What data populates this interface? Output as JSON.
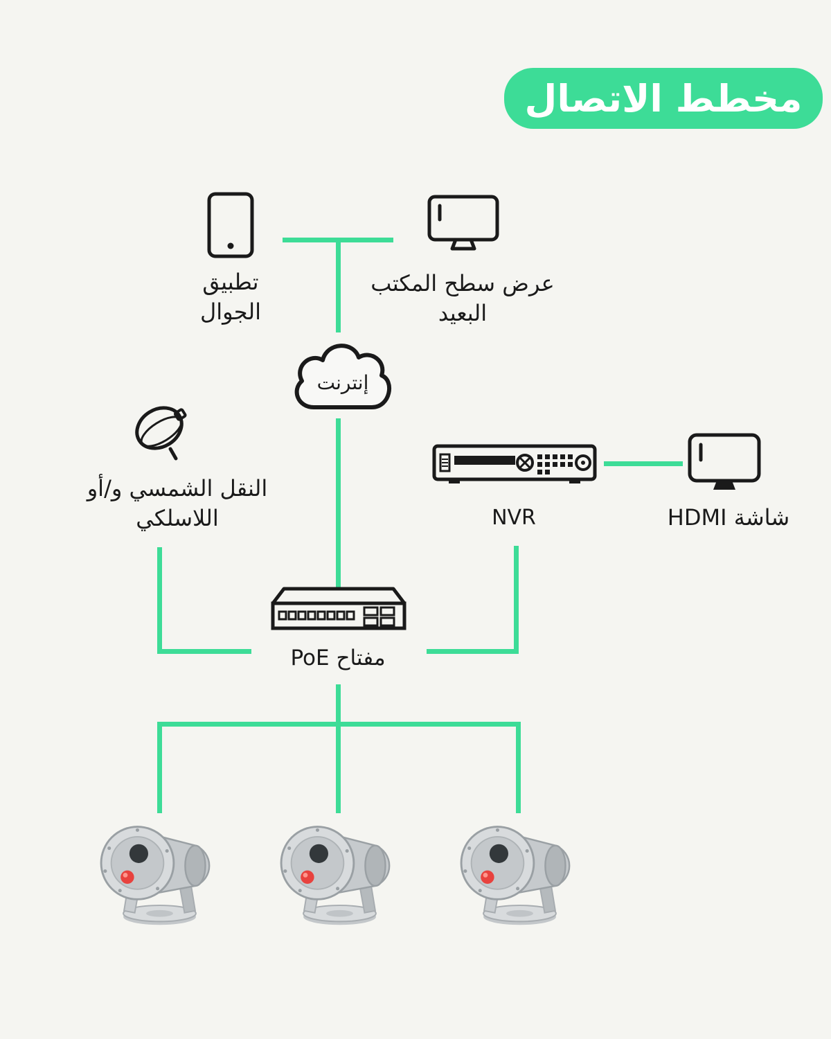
{
  "title": "مخطط الاتصال",
  "colors": {
    "accent": "#3DDC97",
    "background": "#F5F5F1",
    "icon_stroke": "#1A1A1A",
    "camera_body": "#CDD1D4",
    "camera_ir_light": "#E8423E"
  },
  "nodes": {
    "mobile_app": {
      "label_line1": "تطبيق",
      "label_line2": "الجوال",
      "icon": "smartphone-icon"
    },
    "remote_desktop": {
      "label_line1": "عرض سطح المكتب",
      "label_line2": "البعيد",
      "icon": "desktop-monitor-icon"
    },
    "internet": {
      "label": "إنترنت",
      "icon": "cloud-icon"
    },
    "solar_wireless": {
      "label_line1": "النقل الشمسي و/أو",
      "label_line2": "اللاسلكي",
      "icon": "satellite-dish-icon"
    },
    "nvr": {
      "label": "NVR",
      "icon": "nvr-recorder-icon"
    },
    "hdmi_monitor": {
      "label": "شاشة HDMI",
      "icon": "monitor-icon"
    },
    "poe_switch": {
      "label": "مفتاح PoE",
      "icon": "poe-switch-icon"
    },
    "cameras": {
      "count": 3,
      "icon": "security-camera-icon"
    }
  }
}
